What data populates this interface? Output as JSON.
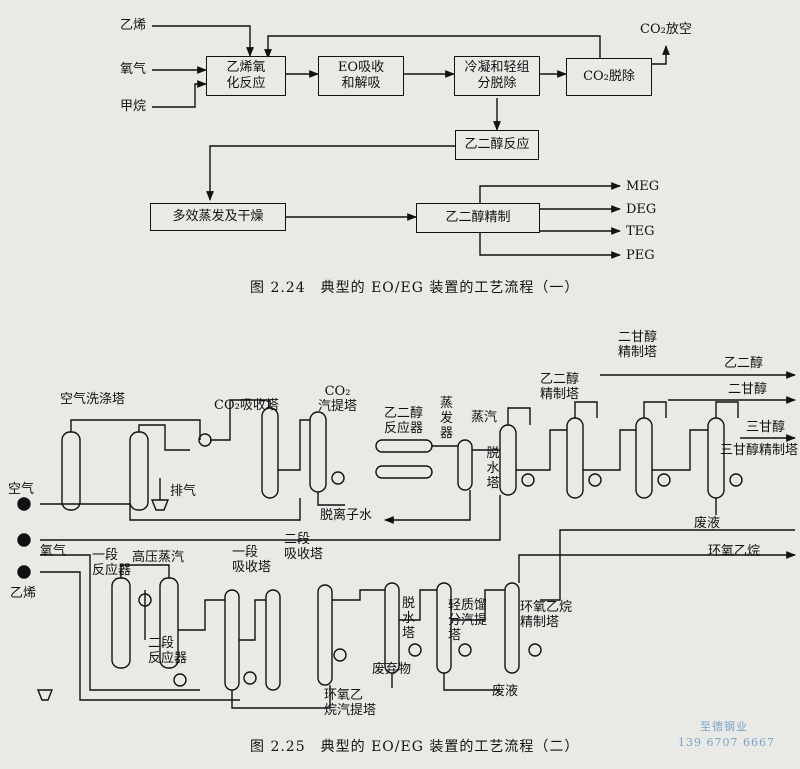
{
  "figure1": {
    "caption": "图 2.24　典型的 EO/EG 装置的工艺流程（一）",
    "inputs": [
      "乙烯",
      "氧气",
      "甲烷"
    ],
    "boxes": {
      "oxidation": "乙烯氧\n化反应",
      "eo_absorb": "EO吸收\n和解吸",
      "condense": "冷凝和轻组\n分脱除",
      "co2_removal": "CO₂脱除",
      "eg_reaction": "乙二醇反应",
      "evaporation": "多效蒸发及干燥",
      "eg_refining": "乙二醇精制"
    },
    "co2_vent": "CO₂放空",
    "products": [
      "MEG",
      "DEG",
      "TEG",
      "PEG"
    ]
  },
  "figure2": {
    "caption": "图 2.25　典型的 EO/EG 装置的工艺流程（二）",
    "labels": {
      "air_scrubber": "空气洗涤塔",
      "co2_absorber": "CO₂吸收塔",
      "co2_stripper": "CO₂\n汽提塔",
      "eg_reactor": "乙二醇\n反应器",
      "evaporator": "蒸\n发\n器",
      "steam": "蒸汽",
      "dehydration_tower": "脱水塔",
      "eg_refining_tower": "乙二醇\n精制塔",
      "deg_refining_tower": "二甘醇\n精制塔",
      "teg_refining_tower": "三甘醇精制塔",
      "exhaust": "排气",
      "deionized_water": "脱离子水",
      "air": "空气",
      "oxygen": "氧气",
      "ethylene": "乙烯",
      "first_reactor": "一段\n反应器",
      "hp_steam": "高压蒸汽",
      "second_reactor": "二段\n反应器",
      "first_absorber": "一段\n吸收塔",
      "second_absorber": "二段\n吸收塔",
      "eo_stripper": "环氧乙\n烷汽提塔",
      "dehydration2": "脱\n水\n塔",
      "waste": "废弃物",
      "light_stripper": "轻质馏\n分汽提\n塔",
      "waste_liquid": "废液",
      "eo_refining": "环氧乙烷\n精制塔",
      "ethylene_oxide": "环氧乙烷",
      "out_eg": "乙二醇",
      "out_deg": "二甘醇",
      "out_teg": "三甘醇",
      "waste_liquid2": "废液"
    }
  },
  "watermark": {
    "company": "至德钢业",
    "phone": "139 6707 6667"
  }
}
